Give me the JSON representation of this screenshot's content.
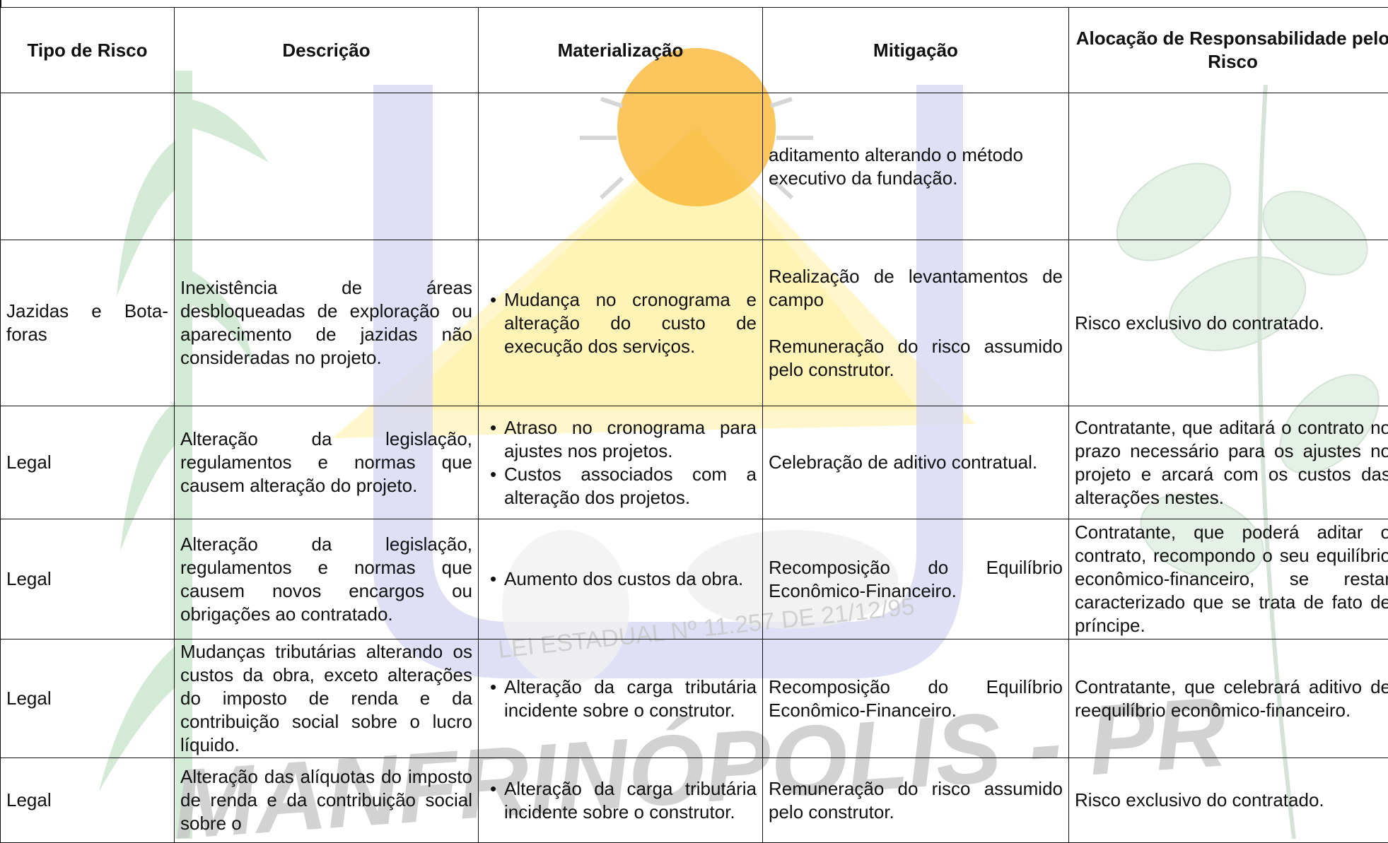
{
  "table": {
    "headers": [
      "Tipo de Risco",
      "Descrição",
      "Materialização",
      "Mitigação",
      "Alocação de Responsabilidade pelo Risco"
    ],
    "rows": [
      {
        "tipo": "",
        "descricao": "",
        "materializacao": [],
        "mitigacao": [
          "aditamento alterando o método executivo da fundação."
        ],
        "alocacao": ""
      },
      {
        "tipo": "Jazidas e Bota-foras",
        "descricao": "Inexistência de áreas desbloqueadas de exploração ou aparecimento de jazidas não consideradas no projeto.",
        "materializacao": [
          "Mudança no cronograma e alteração do custo de execução dos serviços."
        ],
        "mitigacao": [
          "Realização de levantamentos de campo",
          "Remuneração do risco assumido pelo construtor."
        ],
        "alocacao": "Risco exclusivo do contratado."
      },
      {
        "tipo": "Legal",
        "descricao": "Alteração da legislação, regulamentos e normas que causem alteração do projeto.",
        "materializacao": [
          "Atraso no cronograma para ajustes nos projetos.",
          "Custos associados com a alteração dos projetos."
        ],
        "mitigacao": [
          "Celebração de aditivo contratual."
        ],
        "alocacao": "Contratante, que aditará o contrato no prazo necessário para os ajustes no projeto e arcará com os custos das alterações nestes."
      },
      {
        "tipo": "Legal",
        "descricao": "Alteração da legislação, regulamentos e normas que causem novos encargos ou obrigações ao contratado.",
        "materializacao": [
          "Aumento dos custos da obra."
        ],
        "mitigacao": [
          "Recomposição do Equilíbrio Econômico-Financeiro."
        ],
        "alocacao": "Contratante, que poderá aditar o contrato, recompondo o seu equilíbrio econômico-financeiro, se restar caracterizado que se trata de fato de príncipe."
      },
      {
        "tipo": "Legal",
        "descricao": "Mudanças tributárias alterando os custos da obra, exceto alterações do imposto de renda e da contribuição social sobre o lucro líquido.",
        "materializacao": [
          "Alteração da carga tributária incidente sobre o construtor."
        ],
        "mitigacao": [
          "Recomposição do Equilíbrio Econômico-Financeiro."
        ],
        "alocacao": "Contratante, que celebrará aditivo de reequilíbrio econômico-financeiro."
      },
      {
        "tipo": "Legal",
        "descricao": "Alteração das alíquotas do imposto de renda e da contribuição social sobre o",
        "materializacao": [
          "Alteração da carga tributária incidente sobre o construtor."
        ],
        "mitigacao": [
          "Remuneração do risco assumido pelo construtor."
        ],
        "alocacao": "Risco exclusivo do contratado."
      }
    ]
  },
  "watermark": {
    "text": "MANFRINÓPOLIS - PR",
    "law_text": "LEI ESTADUAL Nº 11.257 DE 21/12/95",
    "colors": {
      "sun": "#f7b733",
      "rays": "#fff3a8",
      "blue": "#d7d7f2",
      "green": "#cfe9d2",
      "text": "#c8c8c8"
    }
  }
}
